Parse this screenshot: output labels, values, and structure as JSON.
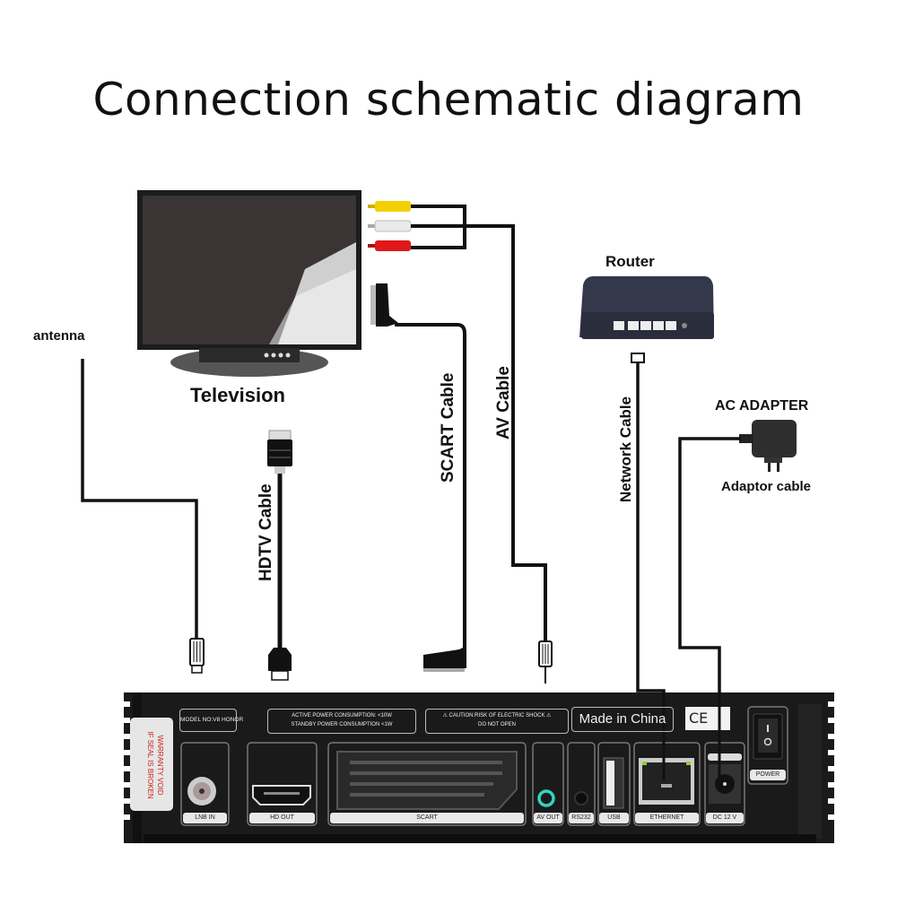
{
  "title": "Connection schematic diagram",
  "devices": {
    "television": "Television",
    "router": "Router",
    "ac_adapter": "AC ADAPTER",
    "antenna": "antenna"
  },
  "cables": {
    "hdtv": "HDTV Cable",
    "scart": "SCART Cable",
    "av": "AV Cable",
    "network": "Network Cable",
    "adaptor": "Adaptor cable"
  },
  "rear_panel": {
    "warranty_sticker": [
      "WARRANTY VOID",
      "IF SEAL IS BROKEN"
    ],
    "model": "MODEL NO:V8 HONOR",
    "power_consumption": [
      "ACTIVE POWER CONSUMPTION: <10W",
      "STANDBY POWER CONSUMPTION <1W"
    ],
    "caution": [
      "CAUTION:RISK OF ELECTRIC SHOCK",
      "DO NOT OPEN"
    ],
    "made_in": "Made in China",
    "ce_mark": "CE",
    "ports": {
      "lnb_in": "LNB IN",
      "hd_out": "HD OUT",
      "scart": "SCART",
      "av_out": "AV OUT",
      "rs232": "RS232",
      "usb": "USB",
      "ethernet": "ETHERNET",
      "dc": "DC 12 V",
      "power": "POWER"
    }
  },
  "colors": {
    "rca_yellow": "#f2d000",
    "rca_white": "#e6e6e6",
    "rca_red": "#e01818",
    "av_out_ring": "#2fd6c0",
    "ethernet_led": "#8fd02a",
    "receiver_body": "#1a1a1a",
    "warranty_text": "#d02020"
  }
}
